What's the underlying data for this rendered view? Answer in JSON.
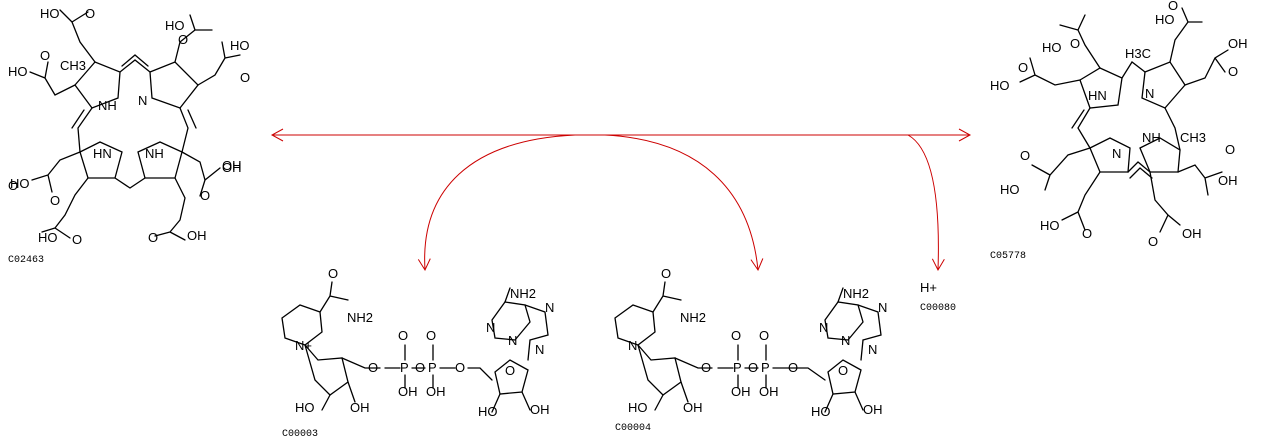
{
  "reaction": {
    "arrow_color": "#cc0000",
    "compounds": [
      {
        "id": "C02463",
        "role": "substrate",
        "group_labels": [
          "HO",
          "O",
          "O",
          "HO",
          "CH3",
          "NH",
          "N",
          "HO",
          "O",
          "HO",
          "O",
          "NH",
          "HN",
          "O",
          "OH",
          "HO",
          "O",
          "O",
          "OH",
          "HO",
          "O",
          "O",
          "OH"
        ]
      },
      {
        "id": "C05778",
        "role": "product",
        "group_labels": [
          "O",
          "HO",
          "HO",
          "O",
          "H3C",
          "HO",
          "O",
          "O",
          "OH",
          "HN",
          "N",
          "N",
          "NH",
          "CH3",
          "O",
          "HO",
          "O",
          "OH",
          "HO",
          "O",
          "O",
          "OH"
        ]
      },
      {
        "id": "C00003",
        "role": "cofactor-in",
        "group_labels": [
          "O",
          "NH2",
          "N+",
          "O",
          "O",
          "O",
          "O",
          "P",
          "P",
          "OH",
          "OH",
          "O",
          "O",
          "NH2",
          "N",
          "N",
          "N",
          "N",
          "HO",
          "OH",
          "HO",
          "OH"
        ]
      },
      {
        "id": "C00004",
        "role": "cofactor-out",
        "group_labels": [
          "O",
          "NH2",
          "N",
          "O",
          "O",
          "O",
          "O",
          "P",
          "P",
          "OH",
          "OH",
          "O",
          "O",
          "NH2",
          "N",
          "N",
          "N",
          "N",
          "HO",
          "OH",
          "HO",
          "OH"
        ]
      },
      {
        "id": "C00080",
        "role": "side-product",
        "group_labels": [
          "H+"
        ]
      }
    ]
  }
}
